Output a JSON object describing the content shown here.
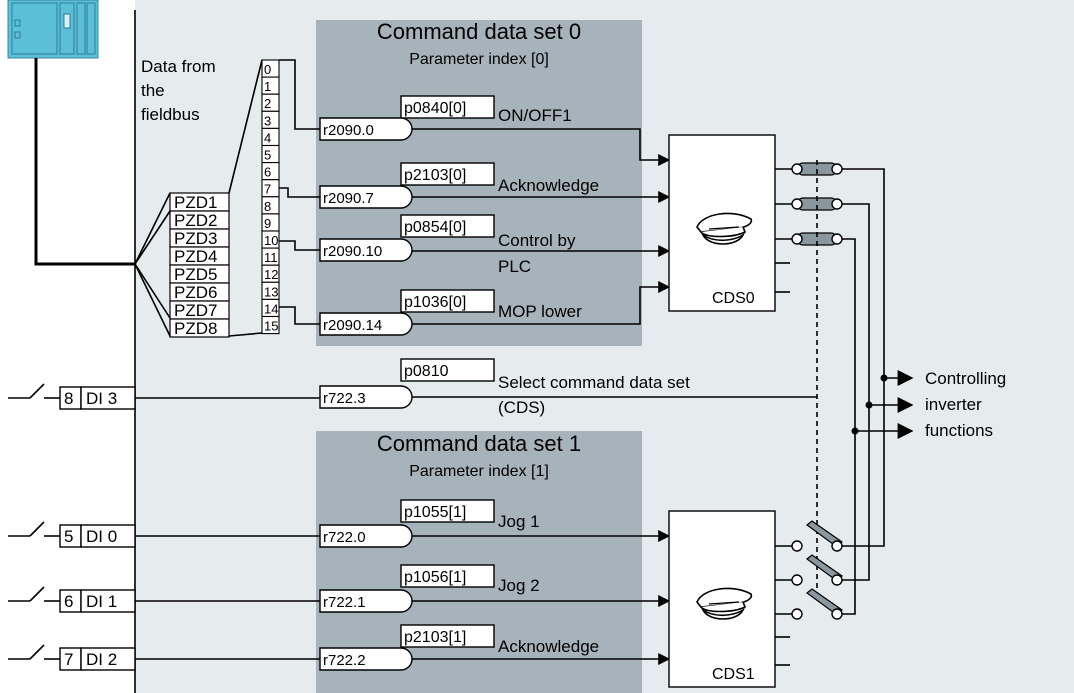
{
  "colors": {
    "panel_background": "#e6ebee",
    "cds_block_background": "#a7b3ba",
    "plc_device": "#5bbfd9",
    "switch_fill": "#8a979e"
  },
  "icons": {
    "plc": "plc-device-icon",
    "cap": "chauffeur-cap-icon"
  },
  "fieldbus": {
    "label_lines": [
      "Data from",
      "the",
      "fieldbus"
    ],
    "pzd": [
      "PZD1",
      "PZD2",
      "PZD3",
      "PZD4",
      "PZD5",
      "PZD6",
      "PZD7",
      "PZD8"
    ],
    "words": [
      "0",
      "1",
      "2",
      "3",
      "4",
      "5",
      "6",
      "7",
      "8",
      "9",
      "10",
      "11",
      "12",
      "13",
      "14",
      "15"
    ]
  },
  "cds0": {
    "title": "Command data set 0",
    "subtitle": "Parameter index [0]",
    "rows": [
      {
        "param": "p0840[0]",
        "source": "r2090.0",
        "label_lines": [
          "ON/OFF1"
        ]
      },
      {
        "param": "p2103[0]",
        "source": "r2090.7",
        "label_lines": [
          "Acknowledge"
        ]
      },
      {
        "param": "p0854[0]",
        "source": "r2090.10",
        "label_lines": [
          "Control by",
          "PLC"
        ]
      },
      {
        "param": "p1036[0]",
        "source": "r2090.14",
        "label_lines": [
          "MOP lower"
        ]
      }
    ],
    "block_label": "CDS0"
  },
  "select": {
    "param": "p0810",
    "source": "r722.3",
    "label_lines": [
      "Select command data set",
      "(CDS)"
    ],
    "terminal": "8",
    "input": "DI 3"
  },
  "cds1": {
    "title": "Command data set 1",
    "subtitle": "Parameter index [1]",
    "rows": [
      {
        "param": "p1055[1]",
        "source": "r722.0",
        "label": "Jog 1",
        "terminal": "5",
        "input": "DI 0"
      },
      {
        "param": "p1056[1]",
        "source": "r722.1",
        "label": "Jog 2",
        "terminal": "6",
        "input": "DI 1"
      },
      {
        "param": "p2103[1]",
        "source": "r722.2",
        "label": "Acknowledge",
        "terminal": "7",
        "input": "DI 2"
      }
    ],
    "block_label": "CDS1"
  },
  "output": {
    "label_lines": [
      "Controlling",
      "inverter",
      "functions"
    ]
  }
}
